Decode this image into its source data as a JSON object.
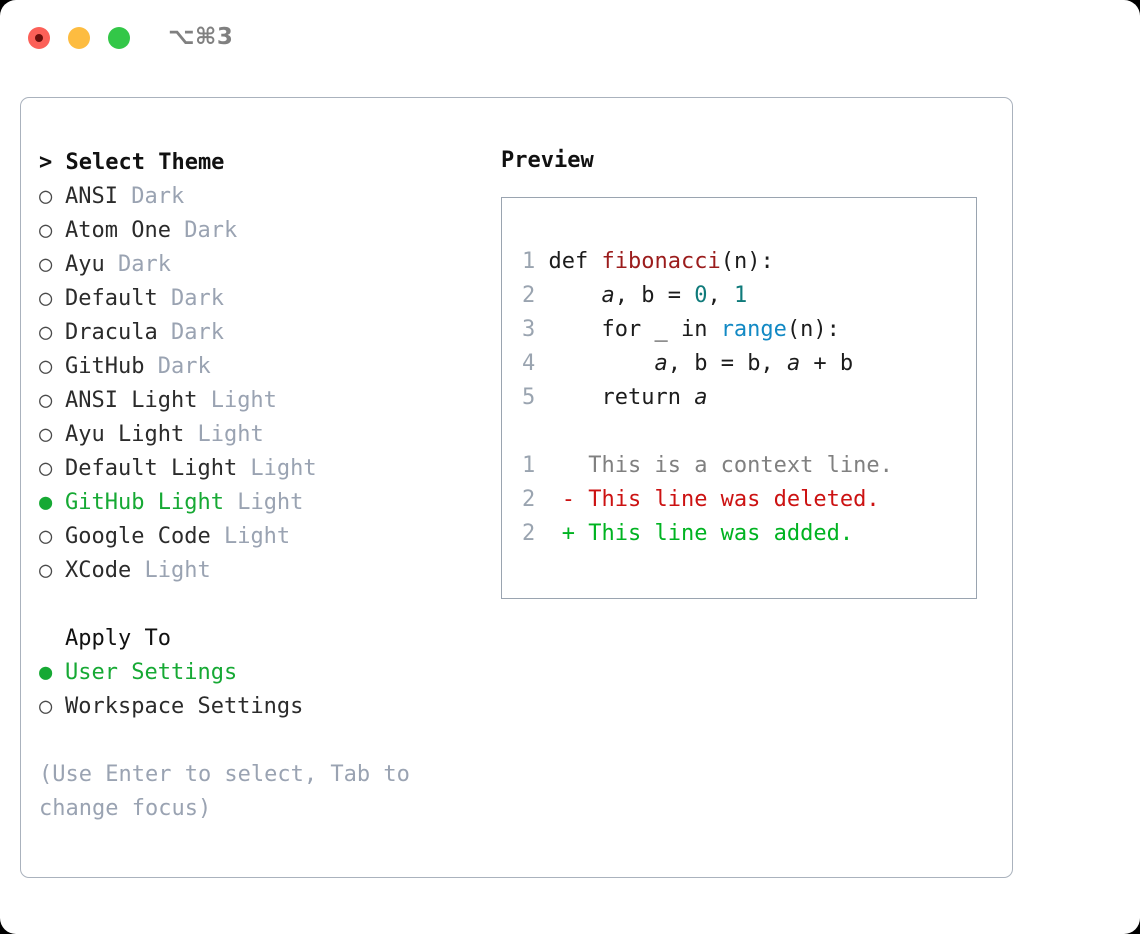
{
  "titlebar": {
    "shortcut": "⌥⌘3",
    "buttons": [
      {
        "name": "close",
        "color": "#fc6058"
      },
      {
        "name": "minimize",
        "color": "#fdbc40"
      },
      {
        "name": "maximize",
        "color": "#33c748"
      }
    ]
  },
  "theme_list": {
    "header": "> Select Theme",
    "unselected_marker": "○",
    "selected_marker": "●",
    "items": [
      {
        "name": "ANSI",
        "tag": "Dark",
        "selected": false
      },
      {
        "name": "Atom One",
        "tag": "Dark",
        "selected": false
      },
      {
        "name": "Ayu",
        "tag": "Dark",
        "selected": false
      },
      {
        "name": "Default",
        "tag": "Dark",
        "selected": false
      },
      {
        "name": "Dracula",
        "tag": "Dark",
        "selected": false
      },
      {
        "name": "GitHub",
        "tag": "Dark",
        "selected": false
      },
      {
        "name": "ANSI Light",
        "tag": "Light",
        "selected": false
      },
      {
        "name": "Ayu Light",
        "tag": "Light",
        "selected": false
      },
      {
        "name": "Default Light",
        "tag": "Light",
        "selected": false
      },
      {
        "name": "GitHub Light",
        "tag": "Light",
        "selected": true
      },
      {
        "name": "Google Code",
        "tag": "Light",
        "selected": false
      },
      {
        "name": "XCode",
        "tag": "Light",
        "selected": false
      }
    ]
  },
  "apply_to": {
    "header": "Apply To",
    "items": [
      {
        "name": "User Settings",
        "selected": true
      },
      {
        "name": "Workspace Settings",
        "selected": false
      }
    ]
  },
  "hint": "(Use Enter to select, Tab to change focus)",
  "preview": {
    "title": "Preview",
    "code_lines": [
      {
        "num": "1",
        "tokens": [
          {
            "t": "def ",
            "c": "kw"
          },
          {
            "t": "fibonacci",
            "c": "fn"
          },
          {
            "t": "(n):",
            "c": "kw"
          }
        ]
      },
      {
        "num": "2",
        "tokens": [
          {
            "t": "    ",
            "c": "kw"
          },
          {
            "t": "a",
            "c": "var"
          },
          {
            "t": ", ",
            "c": "kw"
          },
          {
            "t": "b",
            "c": "kw"
          },
          {
            "t": " = ",
            "c": "kw"
          },
          {
            "t": "0",
            "c": "num"
          },
          {
            "t": ", ",
            "c": "kw"
          },
          {
            "t": "1",
            "c": "num"
          }
        ]
      },
      {
        "num": "3",
        "tokens": [
          {
            "t": "    for _ in ",
            "c": "kw"
          },
          {
            "t": "range",
            "c": "bif"
          },
          {
            "t": "(n):",
            "c": "kw"
          }
        ]
      },
      {
        "num": "4",
        "tokens": [
          {
            "t": "        ",
            "c": "kw"
          },
          {
            "t": "a",
            "c": "var"
          },
          {
            "t": ", b = b, ",
            "c": "kw"
          },
          {
            "t": "a",
            "c": "var"
          },
          {
            "t": " + b",
            "c": "kw"
          }
        ]
      },
      {
        "num": "5",
        "tokens": [
          {
            "t": "    return ",
            "c": "kw"
          },
          {
            "t": "a",
            "c": "var"
          }
        ]
      }
    ],
    "diff_lines": [
      {
        "num": "1",
        "prefix": "  ",
        "text": "This is a context line.",
        "kind": "ctx"
      },
      {
        "num": "2",
        "prefix": "- ",
        "text": "This line was deleted.",
        "kind": "del"
      },
      {
        "num": "2",
        "prefix": "+ ",
        "text": "This line was added.",
        "kind": "add"
      }
    ]
  },
  "colors": {
    "selected_green": "#16a934",
    "tag_gray": "#9aa3b2",
    "function_red": "#9b1c1c",
    "number_teal": "#0f7a7a",
    "builtin_blue": "#1289c4",
    "diff_delete_red": "#cc1212",
    "diff_add_green": "#00b321",
    "panel_border": "#aab2bd"
  }
}
